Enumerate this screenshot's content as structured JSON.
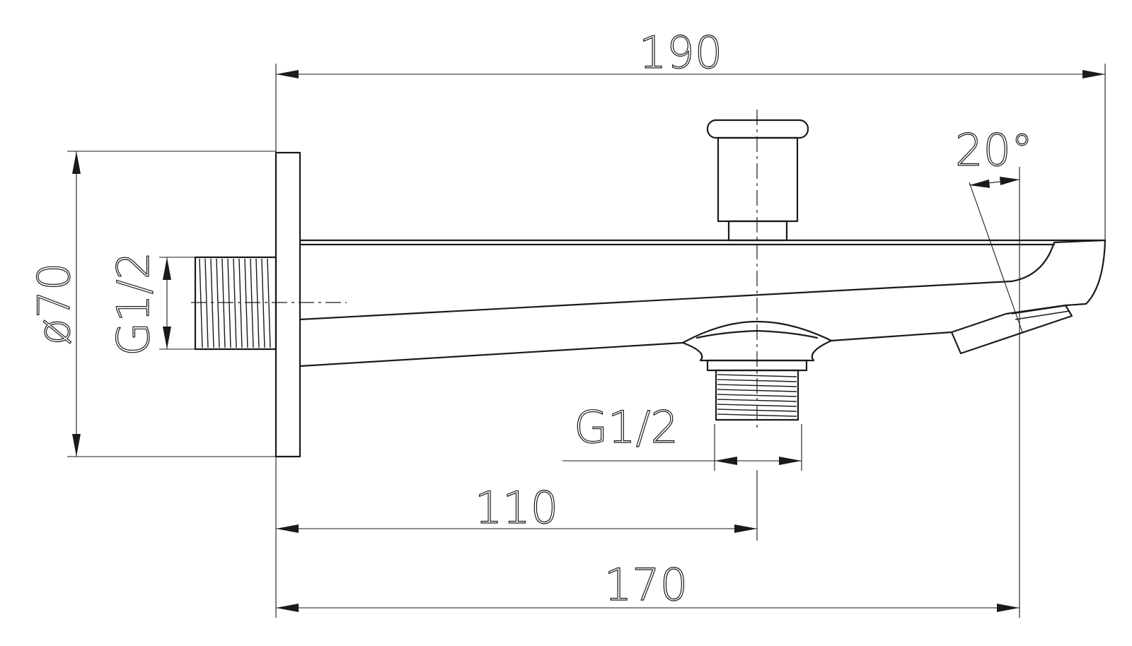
{
  "dimensions": {
    "overall_length": "190",
    "outlet_distance": "110",
    "projection": "170",
    "flange_diameter": "ø70",
    "inlet_thread": "G1/2",
    "outlet_thread": "G1/2",
    "spout_angle": "20°"
  },
  "colors": {
    "line": "#1a1a1a",
    "background": "#ffffff"
  }
}
